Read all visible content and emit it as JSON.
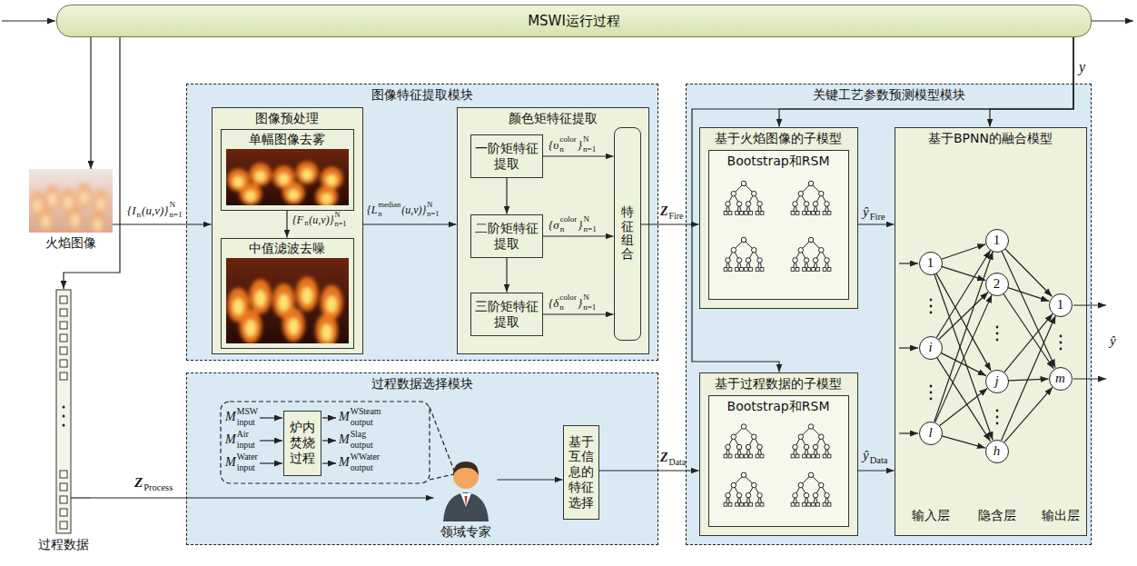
{
  "diagram": {
    "nodes": [
      {
        "text": [
          "MSWI运行过程"
        ]
      },
      {
        "text": [
          "火焰图像"
        ]
      },
      {
        "text": [
          "图像特征提取模块"
        ]
      },
      {
        "text": [
          "图像预处理"
        ],
        "in": 2
      },
      {
        "text": [
          "单幅图像去雾"
        ],
        "in": 3
      },
      {
        "text": [
          "中值滤波去噪"
        ],
        "in": 3
      },
      {
        "text": [
          "颜色矩特征提取"
        ],
        "in": 2
      },
      {
        "text": [
          "一阶矩特征提取"
        ],
        "in": 6
      },
      {
        "text": [
          "二阶矩特征提取"
        ],
        "in": 6
      },
      {
        "text": [
          "三阶矩特征提取"
        ],
        "in": 6
      },
      {
        "text": [
          "特征组合"
        ],
        "in": 6
      },
      {
        "text": [
          "关键工艺参数预测模型模块"
        ]
      },
      {
        "text": [
          "基于火焰图像的子模型"
        ],
        "in": 11
      },
      {
        "text": [
          "Bootstrap和RSM"
        ],
        "in": 12
      },
      {
        "text": [
          "基于过程数据的子模型"
        ],
        "in": 11
      },
      {
        "text": [
          "Bootstrap和RSM"
        ],
        "in": 14
      },
      {
        "text": [
          "基于BPNN的融合模型"
        ],
        "in": 11
      },
      {
        "text": [
          "1"
        ],
        "in": 16
      },
      {
        "text": [
          "i"
        ],
        "in": 16
      },
      {
        "text": [
          "l"
        ],
        "in": 16
      },
      {
        "text": [
          "1"
        ],
        "in": 16
      },
      {
        "text": [
          "2"
        ],
        "in": 16
      },
      {
        "text": [
          "j"
        ],
        "in": 16
      },
      {
        "text": [
          "h"
        ],
        "in": 16
      },
      {
        "text": [
          "1"
        ],
        "in": 16
      },
      {
        "text": [
          "m"
        ],
        "in": 16
      },
      {
        "text": [
          "过程数据"
        ]
      },
      {
        "text": [
          "过程数据选择模块"
        ]
      },
      {
        "text": [
          "炉内焚烧过程"
        ],
        "in": 27
      },
      {
        "text": [
          "领域专家"
        ],
        "in": 27
      },
      {
        "text": [
          "基于互信息的特征选择"
        ],
        "in": 27
      }
    ],
    "edges": [
      {
        "from": 0,
        "to": 1,
        "arrow": "to"
      },
      {
        "from": 0,
        "to": 26,
        "arrow": "to"
      },
      {
        "from": 1,
        "to": 3,
        "arrow": "to"
      },
      {
        "from": 3,
        "to": 6,
        "arrow": "to"
      },
      {
        "from": 4,
        "to": 5,
        "arrow": "to"
      },
      {
        "from": 7,
        "to": 8,
        "arrow": "to"
      },
      {
        "from": 8,
        "to": 9,
        "arrow": "to"
      },
      {
        "from": 7,
        "to": 10,
        "arrow": "to"
      },
      {
        "from": 8,
        "to": 10,
        "arrow": "to"
      },
      {
        "from": 9,
        "to": 10,
        "arrow": "to"
      },
      {
        "from": 10,
        "to": 12,
        "arrow": "to"
      },
      {
        "from": 0,
        "to": 12,
        "arrow": "to"
      },
      {
        "from": 0,
        "to": 14,
        "arrow": "to"
      },
      {
        "from": 0,
        "to": 16,
        "arrow": "to"
      },
      {
        "from": 12,
        "to": 16,
        "arrow": "to"
      },
      {
        "from": 14,
        "to": 16,
        "arrow": "to"
      },
      {
        "from": 26,
        "to": 29,
        "arrow": "to"
      },
      {
        "from": 29,
        "to": 30,
        "arrow": "to"
      },
      {
        "from": 30,
        "to": 14,
        "arrow": "to"
      },
      {
        "from": 17,
        "to": 20,
        "arrow": "to"
      },
      {
        "from": 17,
        "to": 21,
        "arrow": "to"
      },
      {
        "from": 17,
        "to": 22,
        "arrow": "to"
      },
      {
        "from": 17,
        "to": 23,
        "arrow": "to"
      },
      {
        "from": 18,
        "to": 20,
        "arrow": "to"
      },
      {
        "from": 18,
        "to": 21,
        "arrow": "to"
      },
      {
        "from": 18,
        "to": 22,
        "arrow": "to"
      },
      {
        "from": 18,
        "to": 23,
        "arrow": "to"
      },
      {
        "from": 19,
        "to": 20,
        "arrow": "to"
      },
      {
        "from": 19,
        "to": 21,
        "arrow": "to"
      },
      {
        "from": 19,
        "to": 22,
        "arrow": "to"
      },
      {
        "from": 19,
        "to": 23,
        "arrow": "to"
      },
      {
        "from": 20,
        "to": 24,
        "arrow": "to"
      },
      {
        "from": 20,
        "to": 25,
        "arrow": "to"
      },
      {
        "from": 21,
        "to": 24,
        "arrow": "to"
      },
      {
        "from": 21,
        "to": 25,
        "arrow": "to"
      },
      {
        "from": 22,
        "to": 24,
        "arrow": "to"
      },
      {
        "from": 22,
        "to": 25,
        "arrow": "to"
      },
      {
        "from": 23,
        "to": 24,
        "arrow": "to"
      },
      {
        "from": 23,
        "to": 25,
        "arrow": "to"
      }
    ],
    "labels": [
      "y",
      "{I",
      "n",
      "(u,v)}",
      "N",
      "n=1",
      "{F",
      "n",
      "(u,v)}",
      "N",
      "n=1",
      "{L",
      "median",
      "n",
      "(u,v)}",
      "N",
      "n=1",
      "{υ",
      "color",
      "n",
      "}",
      "N",
      "n=1",
      "{σ",
      "color",
      "n",
      "}",
      "N",
      "n=1",
      "{δ",
      "color",
      "n",
      "}",
      "N",
      "n=1",
      "Z",
      "Fire",
      "ŷ",
      "Fire",
      "ŷ",
      "Z",
      "Data",
      "ŷ",
      "Data",
      "M",
      "MSW",
      "input",
      "M",
      "Air",
      "input",
      "M",
      "Water",
      "input",
      "M",
      "WSteam",
      "output",
      "M",
      "Slag",
      "output",
      "M",
      "WWater",
      "output",
      "Z",
      "Process",
      "输入层",
      "隐含层",
      "输出层"
    ]
  }
}
